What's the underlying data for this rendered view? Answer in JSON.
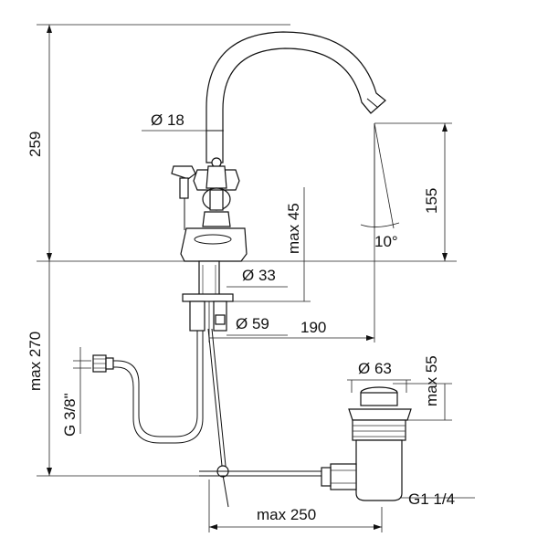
{
  "labels": {
    "total_height": "259",
    "spout_diameter": "Ø 18",
    "body_height": "max 45",
    "spout_height": "155",
    "spout_angle": "10°",
    "base_diameter_inner": "Ø 33",
    "base_diameter_outer": "Ø 59",
    "spout_reach": "190",
    "below_deck": "max 270",
    "connection": "G 3/8\"",
    "waste_plug_diameter": "Ø 63",
    "plug_height": "max 55",
    "waste_thread": "G1 1/4",
    "rod_length": "max 250"
  }
}
